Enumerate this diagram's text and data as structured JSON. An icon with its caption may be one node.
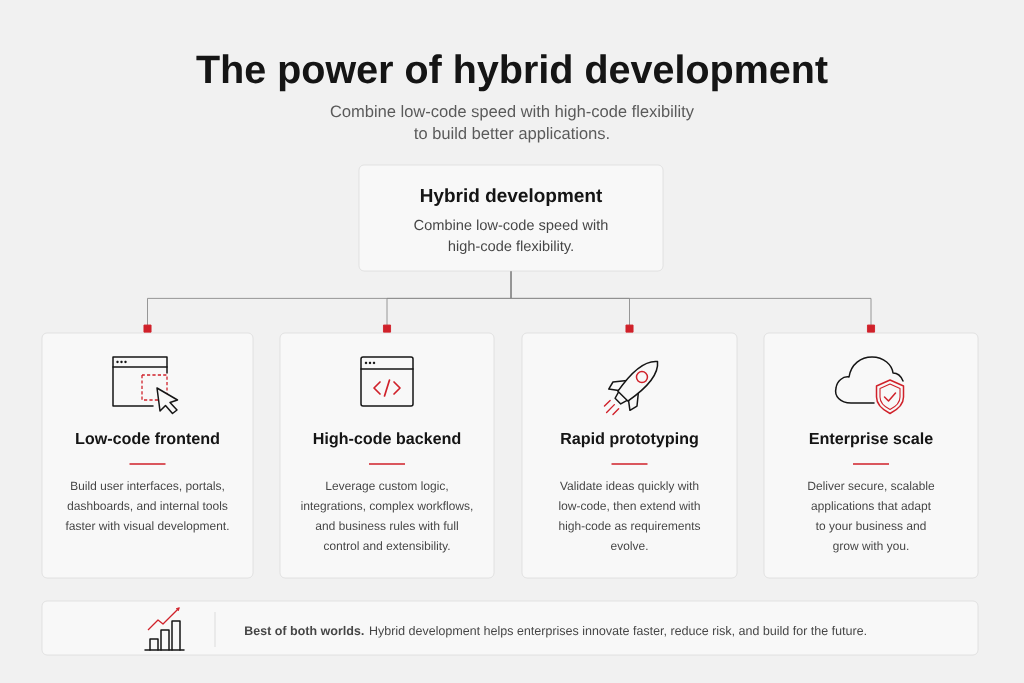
{
  "diagram": {
    "title": "The power of hybrid development",
    "nodes": [
      {
        "text": [
          "Hybrid development",
          "Combine low-code speed with high-code flexibility."
        ]
      },
      {
        "text": [
          "Low-code frontend",
          "Build user interfaces, portals, dashboards, and internal tools faster with visual development."
        ]
      },
      {
        "text": [
          "High-code backend",
          "Leverage custom logic, integrations, complex workflows, and business rules with full control and extensibility."
        ]
      },
      {
        "text": [
          "Rapid prototyping",
          "Validate ideas quickly with low-code, then extend with high-code as requirements evolve."
        ]
      },
      {
        "text": [
          "Enterprise scale",
          "Deliver secure, scalable applications that adapt to your business and grow with you."
        ]
      },
      {
        "text": [
          "**Best of both worlds.** Hybrid development helps enterprises innovate faster, reduce risk, and build for the future."
        ]
      }
    ],
    "edges": [
      {
        "from": 0,
        "to": 1,
        "arrow": "other"
      },
      {
        "from": 0,
        "to": 2,
        "arrow": "other"
      },
      {
        "from": 0,
        "to": 3,
        "arrow": "other"
      },
      {
        "from": 0,
        "to": 4,
        "arrow": "other"
      }
    ],
    "labels": [
      "Combine low-code speed with high-code flexibility to build better applications."
    ]
  }
}
